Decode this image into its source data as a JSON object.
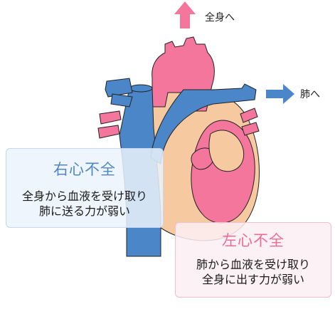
{
  "labels": {
    "to_body": "全身へ",
    "to_lungs": "肺へ"
  },
  "boxes": {
    "right_heart_failure": {
      "title": "右心不全",
      "lines": [
        "全身から血液を受け取り",
        "肺に送る力が弱い"
      ]
    },
    "left_heart_failure": {
      "title": "左心不全",
      "lines": [
        "肺から血液を受け取り",
        "全身に出す力が弱い"
      ]
    }
  },
  "colors": {
    "pink": "#f4769d",
    "blue": "#4b86c8",
    "tissue": "#f7c9a0",
    "arrow_up": "#f4769d",
    "arrow_right": "#4b86c8"
  }
}
